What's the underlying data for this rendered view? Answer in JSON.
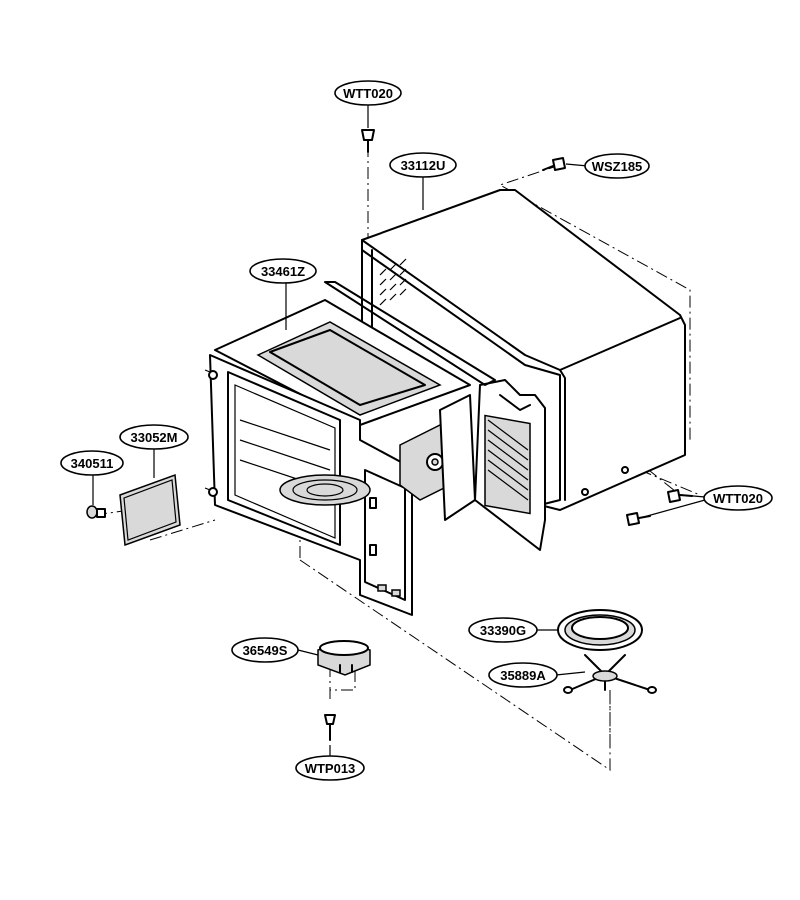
{
  "parts": [
    {
      "id": "wtt020_top",
      "code": "WTT020"
    },
    {
      "id": "p33112u",
      "code": "33112U"
    },
    {
      "id": "wsz185",
      "code": "WSZ185"
    },
    {
      "id": "p33461z",
      "code": "33461Z"
    },
    {
      "id": "p33052m",
      "code": "33052M"
    },
    {
      "id": "p340511",
      "code": "340511"
    },
    {
      "id": "wtt020_right",
      "code": "WTT020"
    },
    {
      "id": "p33390g",
      "code": "33390G"
    },
    {
      "id": "p36549s",
      "code": "36549S"
    },
    {
      "id": "p35889a",
      "code": "35889A"
    },
    {
      "id": "wtp013",
      "code": "WTP013"
    }
  ]
}
